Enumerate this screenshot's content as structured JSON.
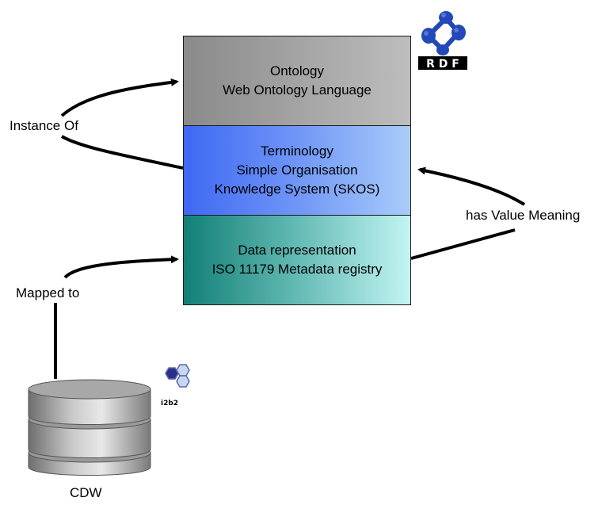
{
  "layers": {
    "ontology": {
      "line1": "Ontology",
      "line2": "Web Ontology Language",
      "line3": ""
    },
    "terminology": {
      "line1": "Terminology",
      "line2": "Simple Organisation",
      "line3": "Knowledge System (SKOS)"
    },
    "data": {
      "line1": "Data representation",
      "line2": "ISO 11179 Metadata registry",
      "line3": ""
    }
  },
  "labels": {
    "instance_of": "Instance Of",
    "has_value_meaning": "has Value Meaning",
    "mapped_to": "Mapped to",
    "cdw": "CDW"
  },
  "logos": {
    "rdf": {
      "icon": "rdf-logo",
      "text": "R D F"
    },
    "i2b2": {
      "icon": "i2b2-logo",
      "text": "i2b2"
    }
  },
  "colors": {
    "ontology": "#a6a6a6",
    "terminology": "#6f96f6",
    "data": "#5bb4ae",
    "arrow": "#000000",
    "rdf_blue": "#2349b8"
  }
}
